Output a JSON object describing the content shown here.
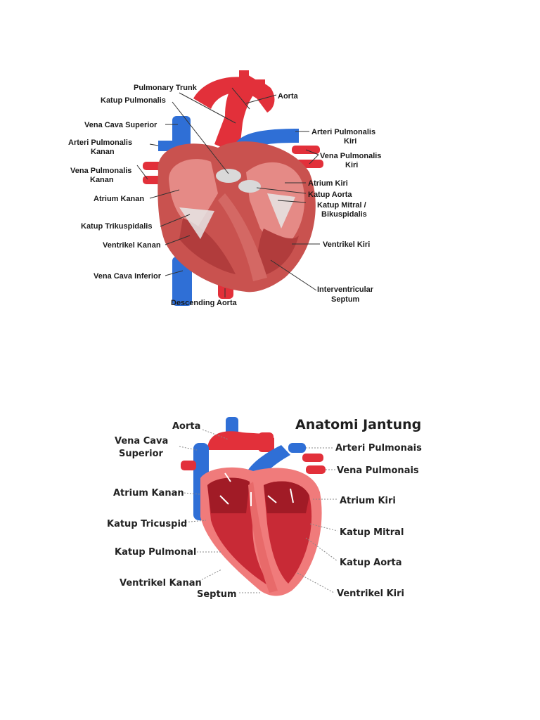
{
  "diagram1": {
    "labels": {
      "pulmonary_trunk": "Pulmonary Trunk",
      "katup_pulmonalis": "Katup Pulmonalis",
      "aorta": "Aorta",
      "vena_cava_superior": "Vena Cava Superior",
      "arteri_pulmonalis_kanan_1": "Arteri Pulmonalis",
      "arteri_pulmonalis_kanan_2": "Kanan",
      "arteri_pulmonalis_kiri_1": "Arteri Pulmonalis",
      "arteri_pulmonalis_kiri_2": "Kiri",
      "vena_pulmonalis_kiri_1": "Vena Pulmonalis",
      "vena_pulmonalis_kiri_2": "Kiri",
      "vena_pulmonalis_kanan_1": "Vena Pulmonalis",
      "vena_pulmonalis_kanan_2": "Kanan",
      "atrium_kiri": "Atrium Kiri",
      "atrium_kanan": "Atrium Kanan",
      "katup_aorta": "Katup Aorta",
      "katup_mitral_1": "Katup Mitral /",
      "katup_mitral_2": "Bikuspidalis",
      "katup_trikuspidalis": "Katup Trikuspidalis",
      "ventrikel_kanan": "Ventrikel Kanan",
      "ventrikel_kiri": "Ventrikel Kiri",
      "vena_cava_inferior": "Vena Cava Inferior",
      "interventricular_1": "Interventricular",
      "interventricular_2": "Septum",
      "descending_aorta": "Descending Aorta"
    }
  },
  "diagram2": {
    "title": "Anatomi Jantung",
    "labels": {
      "aorta": "Aorta",
      "vena_cava_1": "Vena Cava",
      "vena_cava_2": "Superior",
      "atrium_kanan": "Atrium Kanan",
      "katup_tricuspid": "Katup Tricuspid",
      "katup_pulmonal": "Katup Pulmonal",
      "ventrikel_kanan": "Ventrikel Kanan",
      "septum": "Septum",
      "arteri_pulmonais": "Arteri Pulmonais",
      "vena_pulmonais": "Vena Pulmonais",
      "atrium_kiri": "Atrium Kiri",
      "katup_mitral": "Katup Mitral",
      "katup_aorta": "Katup Aorta",
      "ventrikel_kiri": "Ventrikel Kiri"
    }
  },
  "colors": {
    "artery_red": "#e2303a",
    "vein_blue": "#2f6fd6",
    "muscle": "#c9524f",
    "muscle_light": "#e58a86",
    "valve": "#d9d9d9"
  }
}
